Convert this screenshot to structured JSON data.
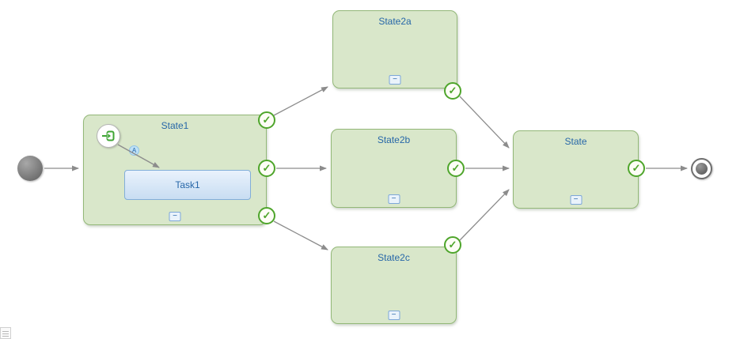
{
  "diagram": {
    "nodes": {
      "state1": {
        "label": "State1"
      },
      "task1": {
        "label": "Task1"
      },
      "state2a": {
        "label": "State2a"
      },
      "state2b": {
        "label": "State2b"
      },
      "state2c": {
        "label": "State2c"
      },
      "state": {
        "label": "State"
      }
    },
    "badges": {
      "action_label": "A"
    },
    "icons": {
      "collapse": "−",
      "check": "✓"
    },
    "colors": {
      "state_fill": "#d9e7ca",
      "state_border": "#93b878",
      "label_text": "#2767a8",
      "task_fill": "#cfe2f6",
      "task_border": "#82aed9",
      "check_green": "#4ea52b",
      "arrow": "#8c8c8c"
    }
  }
}
